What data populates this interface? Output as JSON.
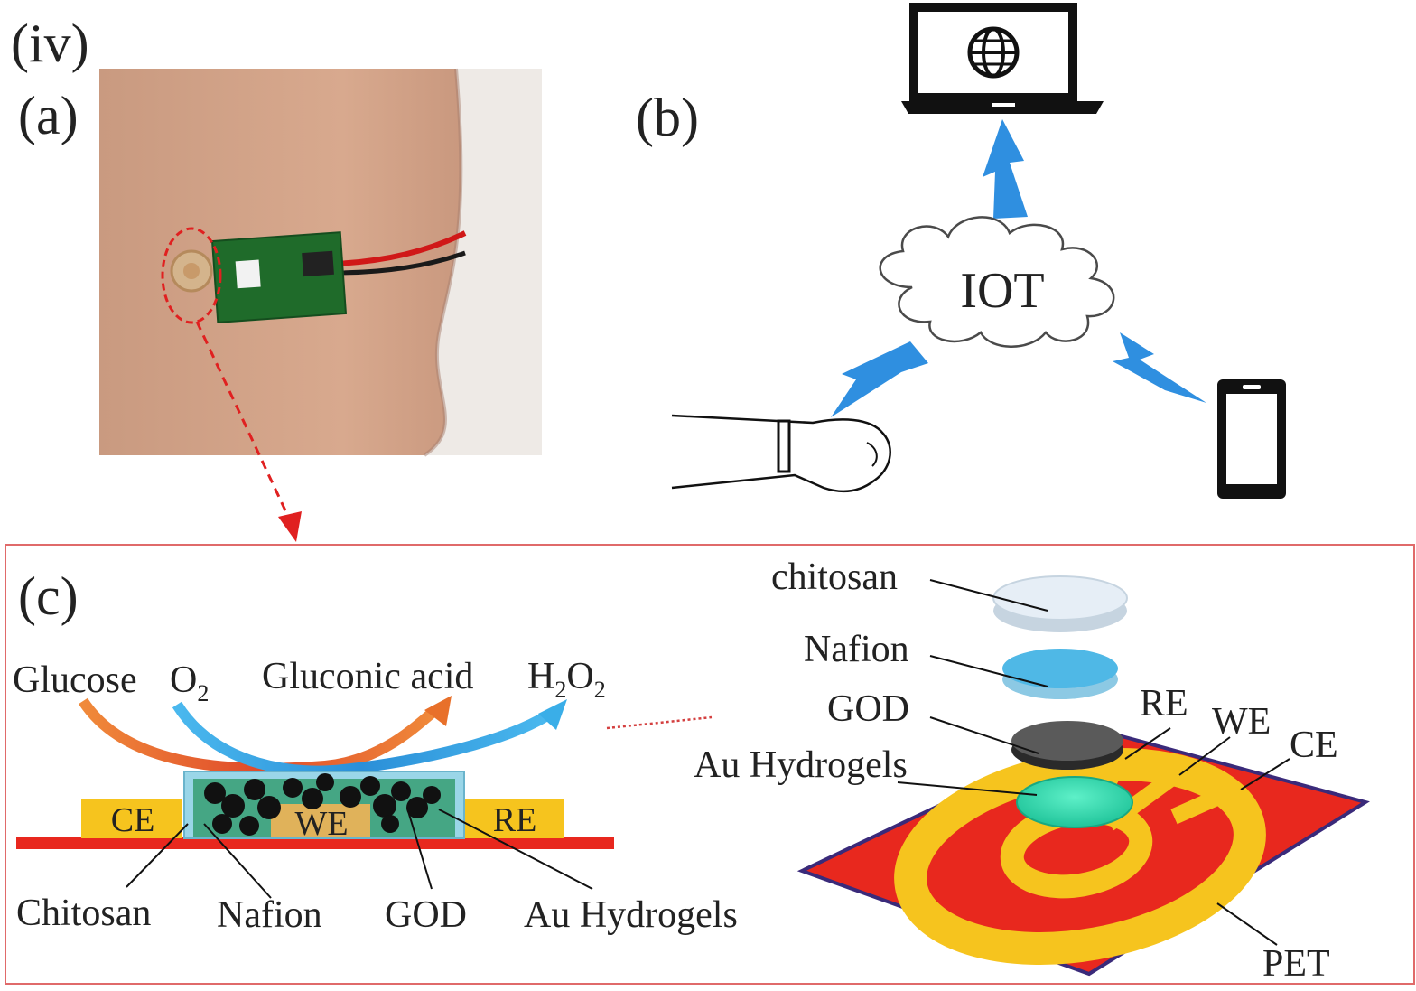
{
  "figure": {
    "part_label": "(iv)",
    "panel_a_label": "(a)",
    "panel_b_label": "(b)",
    "panel_c_label": "(c)"
  },
  "panel_b": {
    "cloud_label": "IOT",
    "devices": [
      "globe-laptop",
      "smartwatch-wrist",
      "smartphone"
    ],
    "link_color": "#2f8fe0"
  },
  "panel_c": {
    "reaction": {
      "glucose": "Glucose",
      "o2_base": "O",
      "o2_sub": "2",
      "gluconic_acid": "Gluconic acid",
      "h2o2_h": "H",
      "h2o2_sub1": "2",
      "h2o2_o": "O",
      "h2o2_sub2": "2"
    },
    "cross_section": {
      "ce": "CE",
      "we": "WE",
      "re": "RE",
      "labels": [
        "Chitosan",
        "Nafion",
        "GOD",
        "Au Hydrogels"
      ]
    },
    "exploded_view": {
      "layers": [
        "chitosan",
        "Nafion",
        "GOD",
        "Au Hydrogels"
      ],
      "electrodes": [
        "RE",
        "WE",
        "CE"
      ],
      "substrate": "PET"
    },
    "colors": {
      "substrate_red": "#e8281e",
      "electrode_yellow": "#f6c41e",
      "chitosan": "#dce8f2",
      "nafion": "#4fb8e6",
      "god": "#4a4a4a",
      "hydrogel": "#2fd6a8",
      "arrow_orange": "#e8702a",
      "arrow_blue": "#3aaee8",
      "frame_red": "#e06a6a"
    }
  }
}
